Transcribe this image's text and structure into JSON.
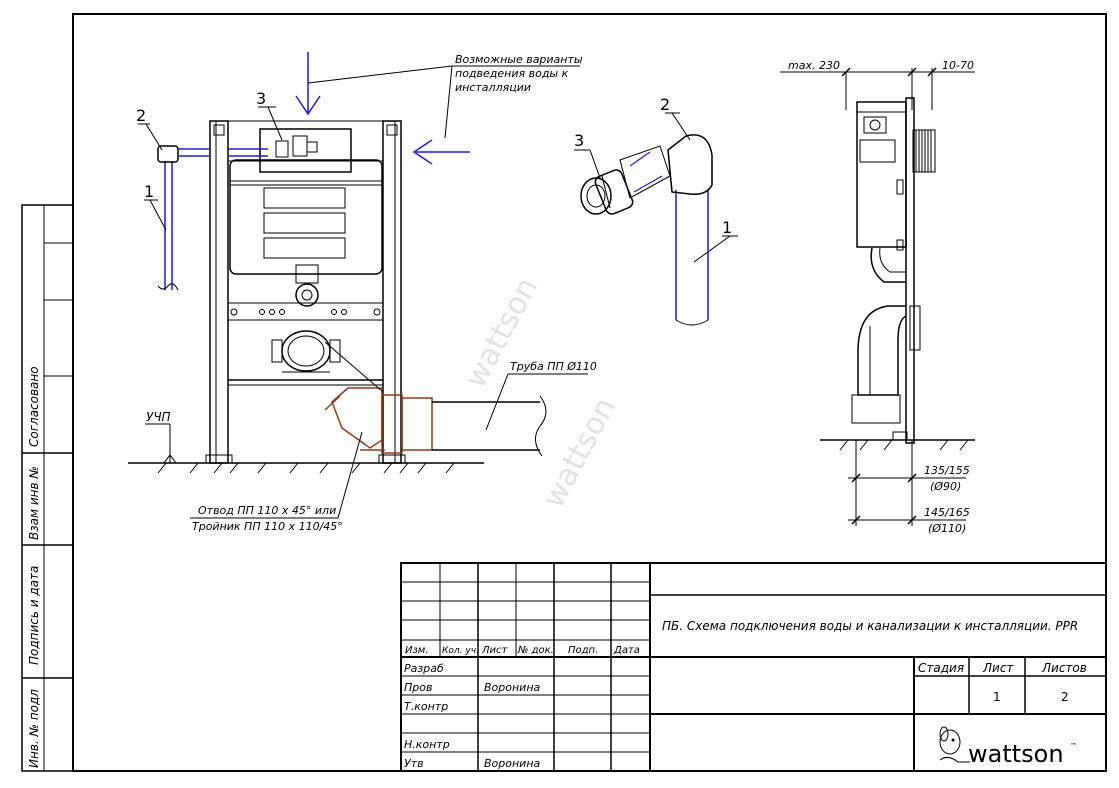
{
  "side_stamp": {
    "agreed": "Согласовано",
    "replace_inv": "Взам инв №",
    "sign_date": "Подпись и дата",
    "inv_orig": "Инв. № подл"
  },
  "drawing": {
    "callout_supply": [
      "Возможные варианты",
      "подведения воды к",
      "инсталляции"
    ],
    "callout_pipe": "Труба ПП Ø110",
    "callout_elbow": [
      "Отвод ПП 110 х 45° или",
      "Тройник ПП 110 х 110/45°"
    ],
    "floor_mark": "УЧП",
    "wm_1": "wattson",
    "wm_2": "wattson",
    "pos_1": "1",
    "pos_2": "2",
    "pos_3": "3",
    "detail_pos_1": "1",
    "detail_pos_2": "2",
    "detail_pos_3": "3",
    "dim_max": "max. 230",
    "dim_range": "10-70",
    "dim_d90_a": "135/155",
    "dim_d90_b": "(Ø90)",
    "dim_d110_a": "145/165",
    "dim_d110_b": "(Ø110)"
  },
  "title_block": {
    "headers": [
      "Изм.",
      "Кол. уч.",
      "Лист",
      "№ док.",
      "Подп.",
      "Дата"
    ],
    "roles": [
      "Разраб",
      "Пров",
      "Т.контр",
      "",
      "Н.контр",
      "Утв"
    ],
    "checked_by": "Воронина",
    "approved_by": "Воронина",
    "title": "ПБ. Схема подключения воды и канализации к инсталляции. PPR",
    "stage_label": "Стадия",
    "sheet_label": "Лист",
    "sheets_label": "Листов",
    "sheet_value": "1",
    "sheets_value": "2",
    "logo": "wattson",
    "logo_tm": "™"
  },
  "colors": {
    "line": "#000000",
    "pipe": "#2020c8",
    "sewer": "#8b3a1a",
    "watermark": "#e2e2e2"
  }
}
